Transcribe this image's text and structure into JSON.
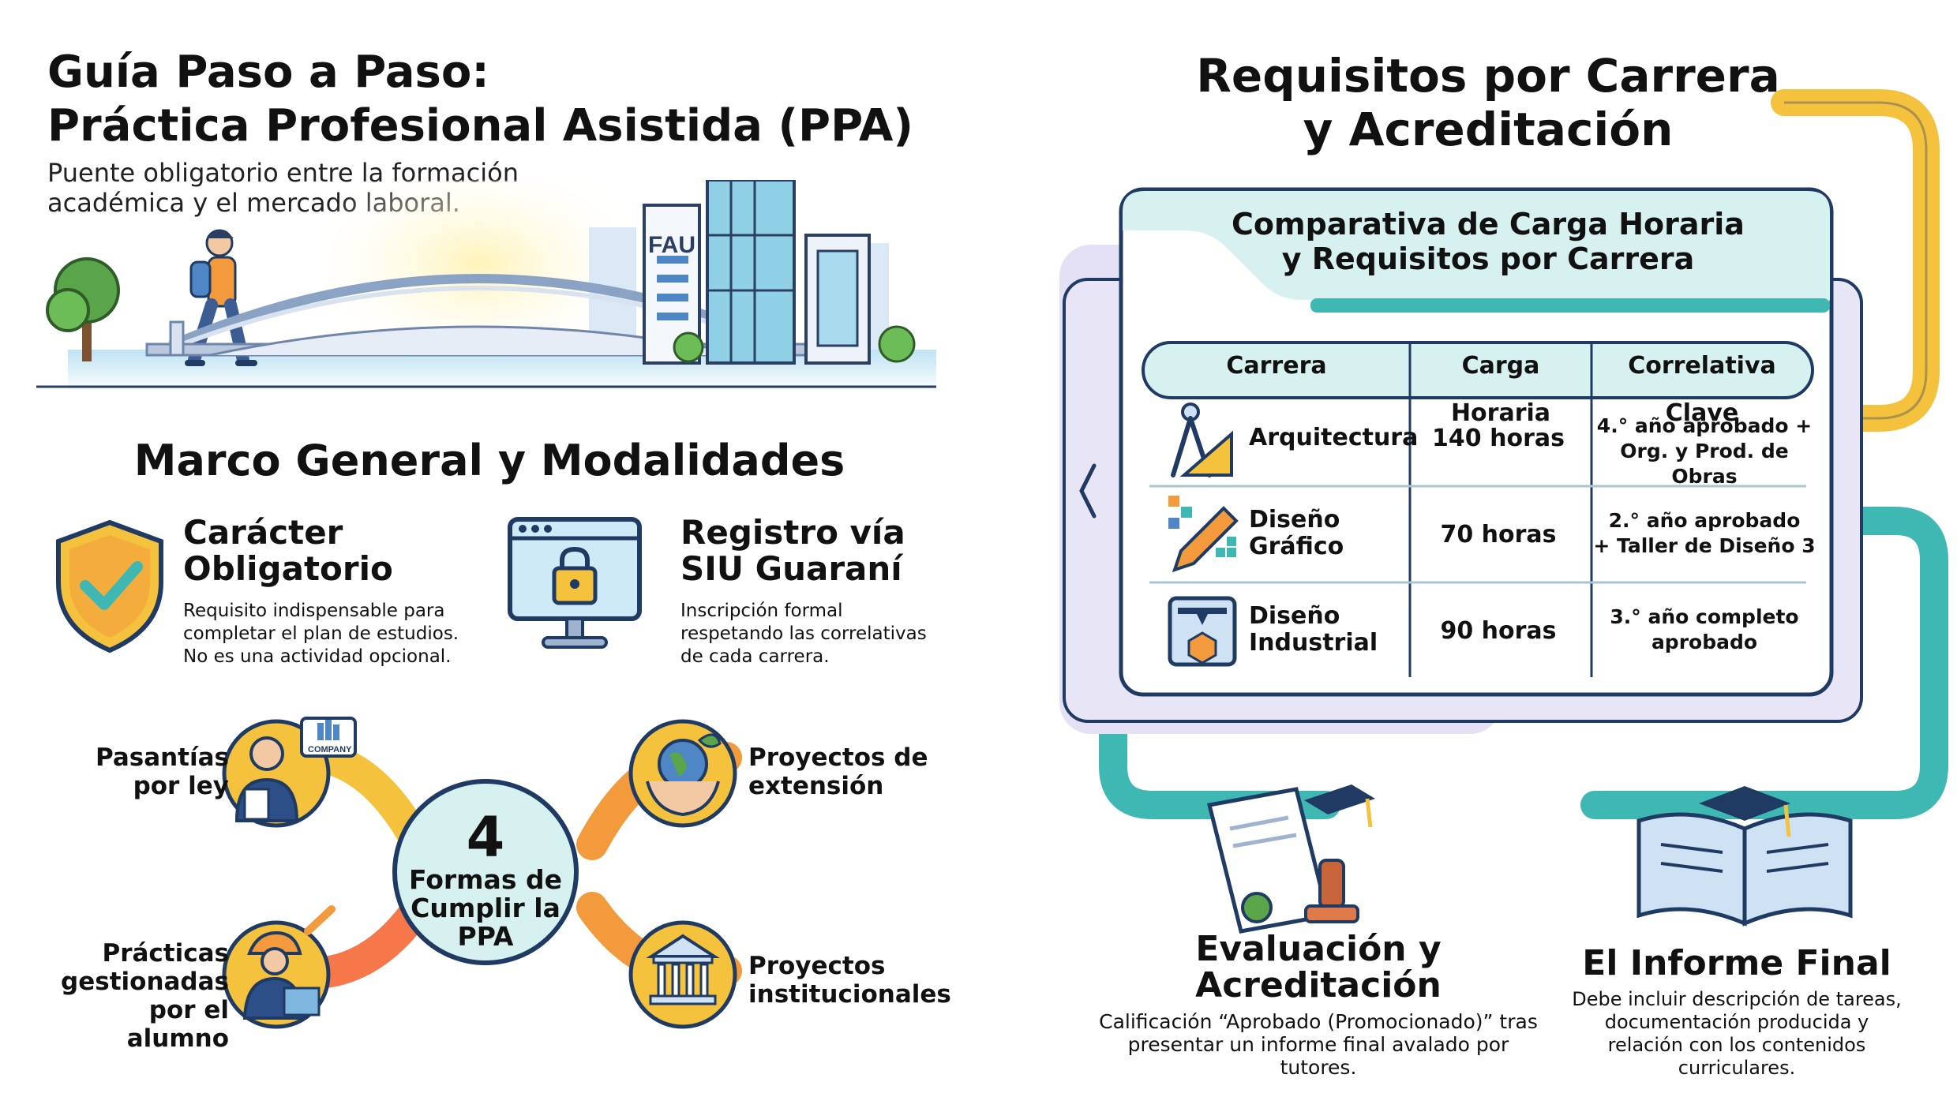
{
  "left": {
    "title_line1": "Guía Paso a Paso:",
    "title_line2": "Práctica Profesional Asistida (PPA)",
    "subtitle": "Puente obligatorio entre la formación académica y el mercado laboral.",
    "building_sign": "FAU",
    "section_title": "Marco General y Modalidades",
    "features": [
      {
        "title": "Carácter Obligatorio",
        "desc": "Requisito indispensable para completar el plan de estudios. No es una actividad opcional.",
        "icon": "shield-check-icon"
      },
      {
        "title": "Registro vía SIU Guaraní",
        "desc": "Inscripción formal respetando las correlativas de cada carrera.",
        "icon": "monitor-lock-icon"
      }
    ],
    "hub": {
      "number": "4",
      "text": "Formas de Cumplir la PPA"
    },
    "modalities": [
      {
        "label": "Pasantías por ley",
        "icon": "business-person-icon",
        "badge": "COMPANY"
      },
      {
        "label": "Proyectos de extensión",
        "icon": "globe-hands-icon"
      },
      {
        "label": "Prácticas gestionadas por el alumno",
        "icon": "engineer-icon"
      },
      {
        "label": "Proyectos institucionales",
        "icon": "institution-icon"
      }
    ]
  },
  "right": {
    "title_line1": "Requisitos por Carrera",
    "title_line2": "y Acreditación",
    "card_title_line1": "Comparativa de Carga Horaria",
    "card_title_line2": "y Requisitos por Carrera",
    "columns": [
      "Carrera",
      "Carga Horaria",
      "Correlativa Clave"
    ],
    "rows": [
      {
        "career": "Arquitectura",
        "hours": "140 horas",
        "req_line1": "4.° año aprobado +",
        "req_line2": "Org. y Prod. de Obras",
        "icon": "compass-ruler-icon"
      },
      {
        "career": "Diseño Gráfico",
        "hours": "70 horas",
        "req_line1": "2.° año aprobado",
        "req_line2": "+ Taller de Diseño 3",
        "icon": "pencil-pixels-icon"
      },
      {
        "career": "Diseño Industrial",
        "hours": "90 horas",
        "req_line1": "3.° año completo",
        "req_line2": "aprobado",
        "icon": "3d-printer-icon"
      }
    ],
    "evaluation": {
      "title": "Evaluación y Acreditación",
      "desc": "Calificación “Aprobado (Promocionado)” tras presentar un informe final avalado por tutores."
    },
    "report": {
      "title": "El Informe Final",
      "desc": "Debe incluir descripción de tareas, documentación producida y relación con los contenidos curriculares."
    }
  },
  "colors": {
    "yellow": "#f5c23e",
    "orange": "#f39a3c",
    "teal": "#3fb8b3",
    "mint": "#d6f1ef",
    "lavender": "#e4e0f6",
    "navy": "#1f3a63",
    "blue": "#4f86c6"
  }
}
